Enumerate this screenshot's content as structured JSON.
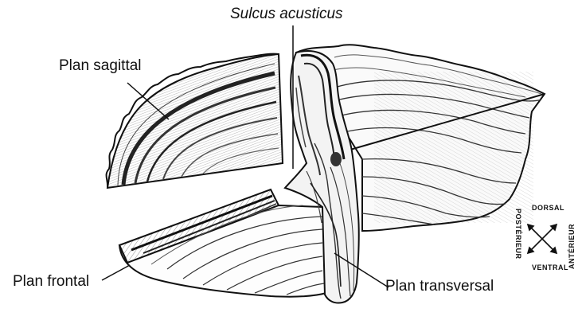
{
  "labels": {
    "sulcus": "Sulcus acusticus",
    "sagittal": "Plan sagittal",
    "frontal": "Plan frontal",
    "transversal": "Plan transversal"
  },
  "orientation": {
    "dorsal": "DORSAL",
    "ventral": "VENTRAL",
    "posterior": "POSTÉRIEUR",
    "anterior_partial": "ANTÉRIEUR"
  },
  "colors": {
    "ink": "#111111",
    "paper": "#ffffff",
    "hatch": "#555555",
    "band": "#2a2a2a"
  }
}
